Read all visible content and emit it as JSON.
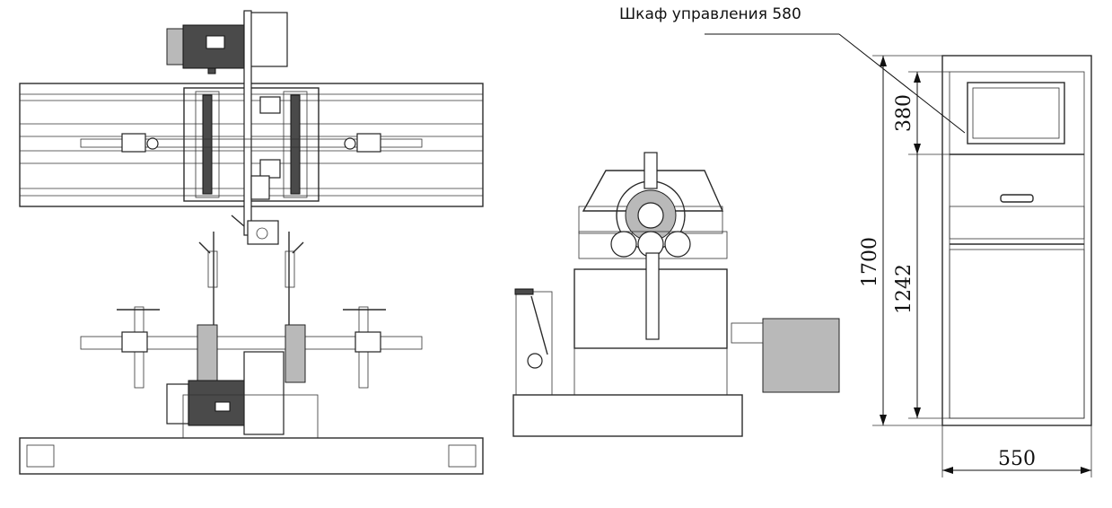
{
  "callout": {
    "label": "Шкаф управления 580"
  },
  "dimensions": {
    "height_total": "1700",
    "height_top": "380",
    "height_bottom": "1242",
    "width": "550"
  }
}
